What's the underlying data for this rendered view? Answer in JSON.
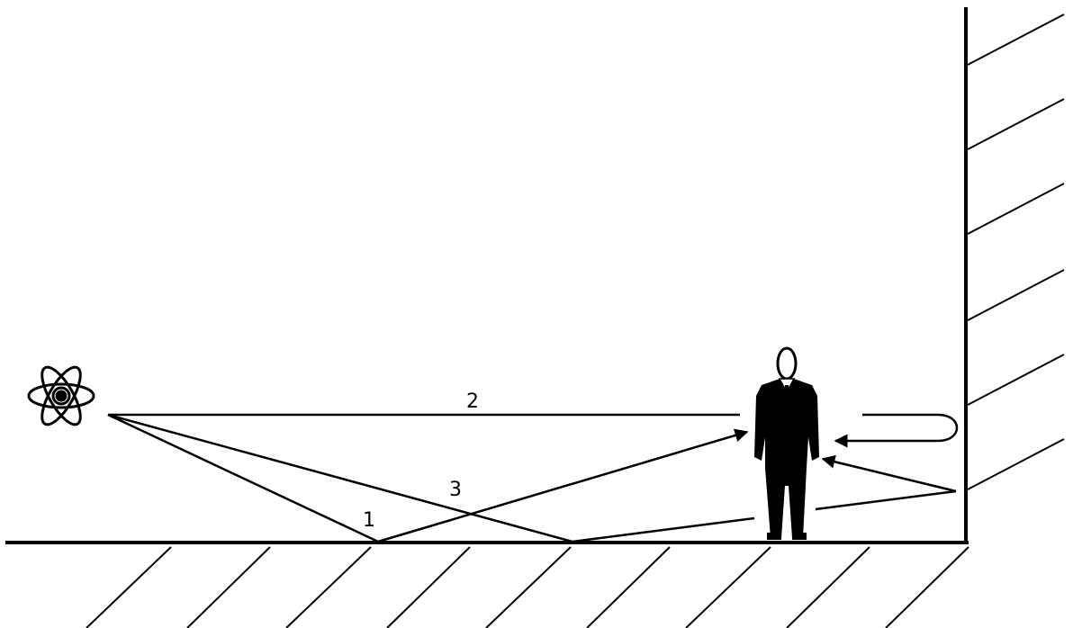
{
  "diagram": {
    "ground_color": "#000000",
    "background_color": "#ffffff",
    "source": {
      "icon": "atom-radiation-source-icon"
    },
    "person": {
      "icon": "standing-man-in-suit-icon"
    },
    "paths": [
      {
        "id": "path-1",
        "label": "1",
        "description_type": "ground-reflected ray"
      },
      {
        "id": "path-2",
        "label": "2",
        "description_type": "direct ray with wall backscatter"
      },
      {
        "id": "path-3",
        "label": "3",
        "description_type": "skyshine / long ground reflection"
      }
    ]
  }
}
